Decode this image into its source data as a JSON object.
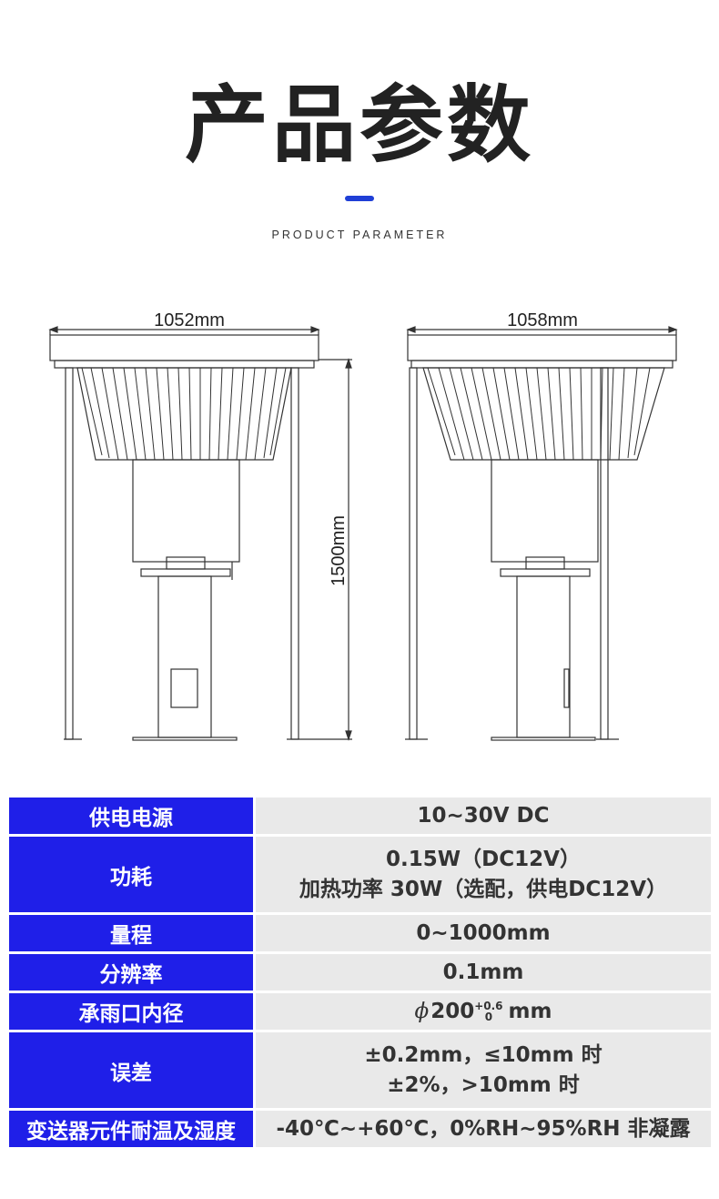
{
  "header": {
    "title": "产品参数",
    "subtitle": "PRODUCT PARAMETER",
    "accent_color": "#1f3fd6"
  },
  "drawing": {
    "left_width_label": "1052mm",
    "right_width_label": "1058mm",
    "height_label": "1500mm"
  },
  "specs": {
    "label_color": "#1f1fe8",
    "value_bg": "#e9e9e9",
    "rows": [
      {
        "label": "供电电源",
        "values": [
          "10~30V DC"
        ]
      },
      {
        "label": "功耗",
        "values": [
          "0.15W（DC12V）",
          "加热功率 30W（选配，供电DC12V）"
        ]
      },
      {
        "label": "量程",
        "values": [
          "0~1000mm"
        ]
      },
      {
        "label": "分辨率",
        "values": [
          "0.1mm"
        ]
      },
      {
        "label": "承雨口内径",
        "symbol": "ϕ",
        "number": "200",
        "tol_upper": "+0.6",
        "tol_lower": "0",
        "unit": "mm"
      },
      {
        "label": "误差",
        "values": [
          "±0.2mm，≤10mm 时",
          "±2%，>10mm 时"
        ]
      },
      {
        "label": "变送器元件耐温及湿度",
        "values": [
          "-40℃~+60℃，0%RH~95%RH 非凝露"
        ]
      }
    ]
  }
}
